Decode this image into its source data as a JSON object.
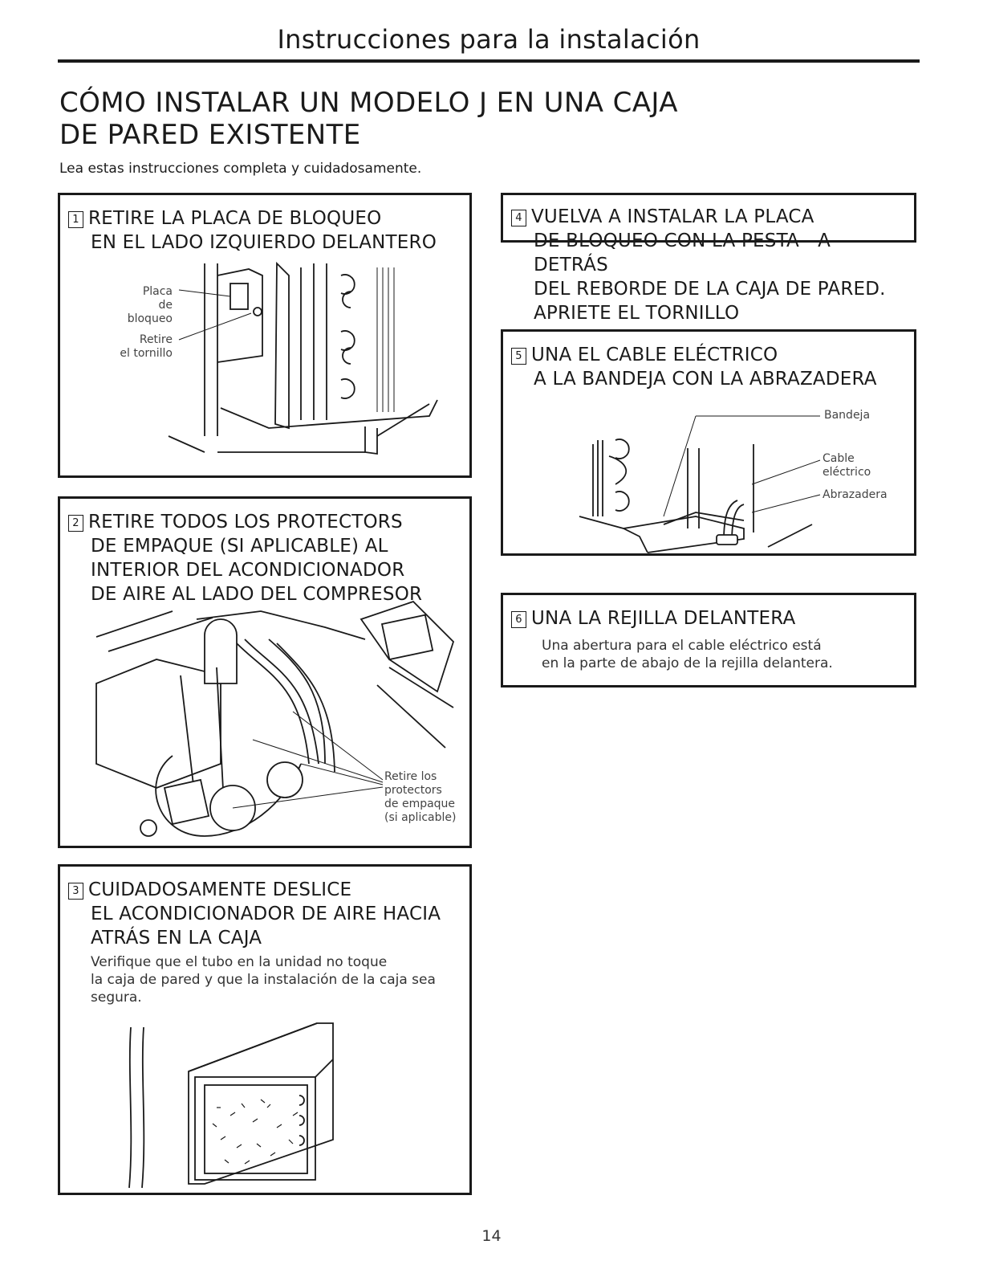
{
  "header": {
    "title": "Instrucciones para la instalación"
  },
  "main_title": {
    "line1": "CÓMO INSTALAR UN MODELO J EN UNA CAJA",
    "line2": "DE PARED EXISTENTE"
  },
  "intro": "Lea estas instrucciones completa y cuidadosamente.",
  "steps": [
    {
      "number": "1",
      "title_line1": "RETIRE LA PLACA DE BLOQUEO",
      "title_line2": "EN EL LADO IZQUIERDO DELANTERO",
      "callouts": [
        {
          "line1": "Placa",
          "line2": "de bloqueo"
        },
        {
          "line1": "Retire",
          "line2": "el tornillo"
        }
      ]
    },
    {
      "number": "2",
      "title_line1": "RETIRE TODOS LOS PROTECTORS",
      "title_line2": "DE EMPAQUE (SI APLICABLE) AL",
      "title_line3": "INTERIOR DEL ACONDICIONADOR",
      "title_line4": "DE AIRE AL LADO DEL COMPRESOR",
      "callouts": [
        {
          "line1": "Retire los",
          "line2": "protectors",
          "line3": "de empaque",
          "line4": "(si aplicable)"
        }
      ]
    },
    {
      "number": "3",
      "title_line1": "CUIDADOSAMENTE DESLICE",
      "title_line2": "EL ACONDICIONADOR DE AIRE HACIA",
      "title_line3": "ATRÁS EN LA CAJA",
      "body_line1": "Verifique que el tubo en la unidad no toque",
      "body_line2": "la caja de pared y que la instalación de la caja sea",
      "body_line3": "segura."
    },
    {
      "number": "4",
      "title_line1": "VUELVA A INSTALAR LA PLACA",
      "title_line2": "DE BLOQUEO CON LA PESTA—A DETRÁS",
      "title_line3": "DEL REBORDE DE LA CAJA DE PARED.",
      "title_line4": "APRIETE EL TORNILLO"
    },
    {
      "number": "5",
      "title_line1": "UNA EL CABLE ELÉCTRICO",
      "title_line2": "A LA BANDEJA CON LA ABRAZADERA",
      "callouts": [
        {
          "line1": "Bandeja"
        },
        {
          "line1": "Cable",
          "line2": "eléctrico"
        },
        {
          "line1": "Abrazadera"
        }
      ]
    },
    {
      "number": "6",
      "title_line1": "UNA LA REJILLA DELANTERA",
      "body_line1": "Una abertura para el cable eléctrico está",
      "body_line2": "en la parte de abajo de la rejilla delantera."
    }
  ],
  "page_number": "14"
}
